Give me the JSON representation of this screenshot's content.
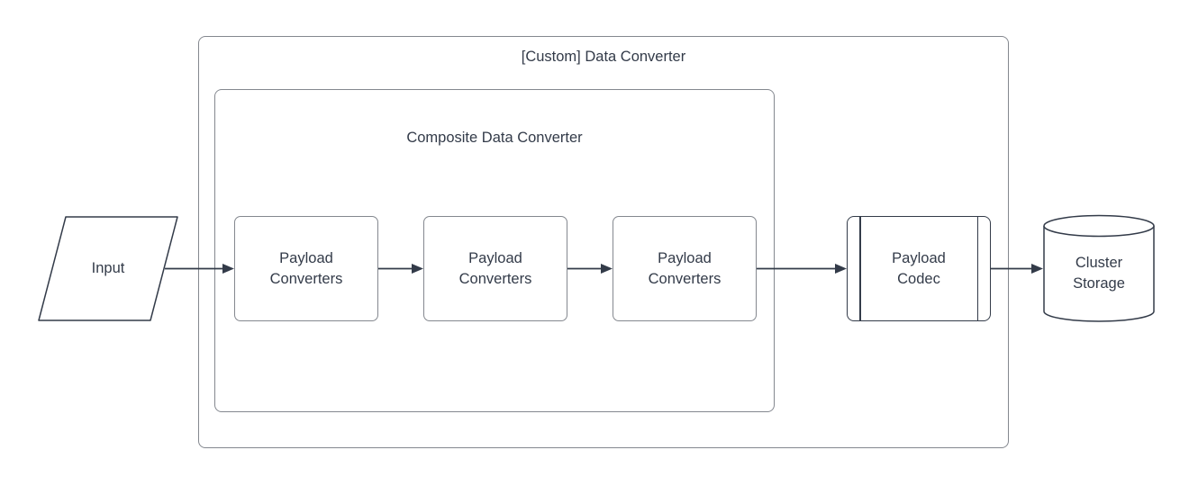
{
  "diagram": {
    "containers": [
      {
        "id": "custom-data-converter",
        "label": "[Custom] Data Converter"
      },
      {
        "id": "composite-data-converter",
        "label": "Composite Data Converter"
      }
    ],
    "nodes": [
      {
        "id": "input",
        "shape": "parallelogram",
        "label": "Input"
      },
      {
        "id": "payload-converters-1",
        "shape": "rounded-rect",
        "label": "Payload\nConverters"
      },
      {
        "id": "payload-converters-2",
        "shape": "rounded-rect",
        "label": "Payload\nConverters"
      },
      {
        "id": "payload-converters-3",
        "shape": "rounded-rect",
        "label": "Payload\nConverters"
      },
      {
        "id": "payload-codec",
        "shape": "predefined-process",
        "label": "Payload\nCodec"
      },
      {
        "id": "cluster-storage",
        "shape": "cylinder",
        "label": "Cluster\nStorage"
      }
    ],
    "edges": [
      {
        "from": "input",
        "to": "payload-converters-1"
      },
      {
        "from": "payload-converters-1",
        "to": "payload-converters-2"
      },
      {
        "from": "payload-converters-2",
        "to": "payload-converters-3"
      },
      {
        "from": "payload-converters-3",
        "to": "payload-codec"
      },
      {
        "from": "payload-codec",
        "to": "cluster-storage"
      }
    ],
    "colors": {
      "background": "#ffffff",
      "container_stroke": "#84888f",
      "box_stroke": "#84888f",
      "shape_stroke": "#333b49",
      "arrow": "#333b49",
      "text": "#333b49",
      "shape_fill": "#ffffff"
    }
  }
}
